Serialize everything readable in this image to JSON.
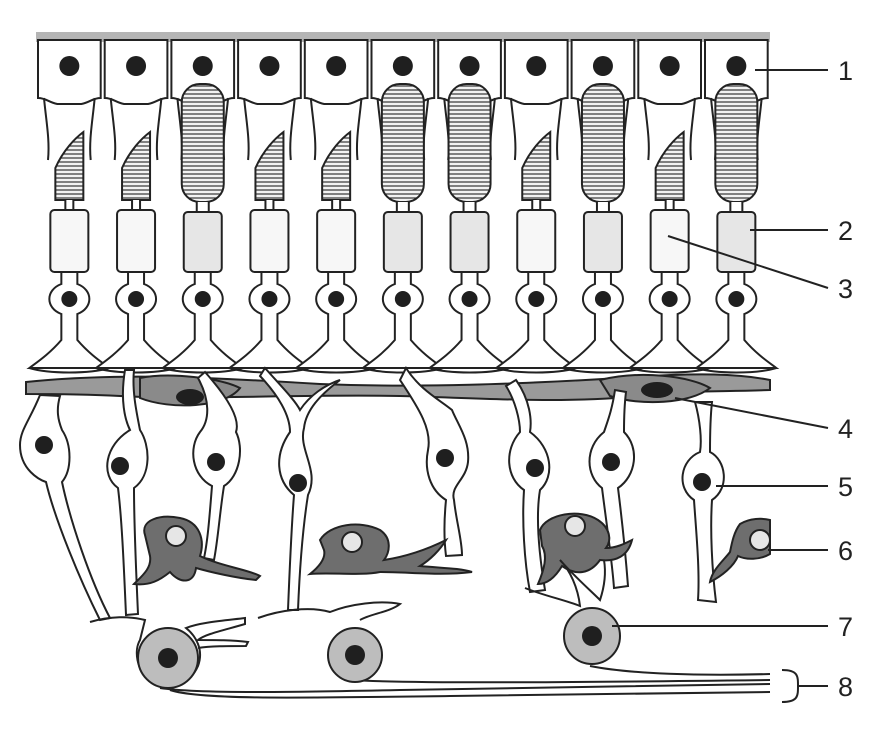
{
  "labels": [
    {
      "id": "1",
      "text": "1"
    },
    {
      "id": "2",
      "text": "2"
    },
    {
      "id": "3",
      "text": "3"
    },
    {
      "id": "4",
      "text": "4"
    },
    {
      "id": "5",
      "text": "5"
    },
    {
      "id": "6",
      "text": "6"
    },
    {
      "id": "7",
      "text": "7"
    },
    {
      "id": "8",
      "text": "8"
    }
  ],
  "photoreceptor_sequence": [
    "cone",
    "cone",
    "rod",
    "cone",
    "cone",
    "rod",
    "rod",
    "cone",
    "rod",
    "cone",
    "rod"
  ],
  "colors": {
    "outline": "#222222",
    "light_fill": "#e6e6e6",
    "medium_fill": "#bdbdbd",
    "dark_fill": "#7a7a7a",
    "nucleus": "#1f1f1f",
    "white": "#ffffff",
    "top_band": "#b5b5b5"
  }
}
